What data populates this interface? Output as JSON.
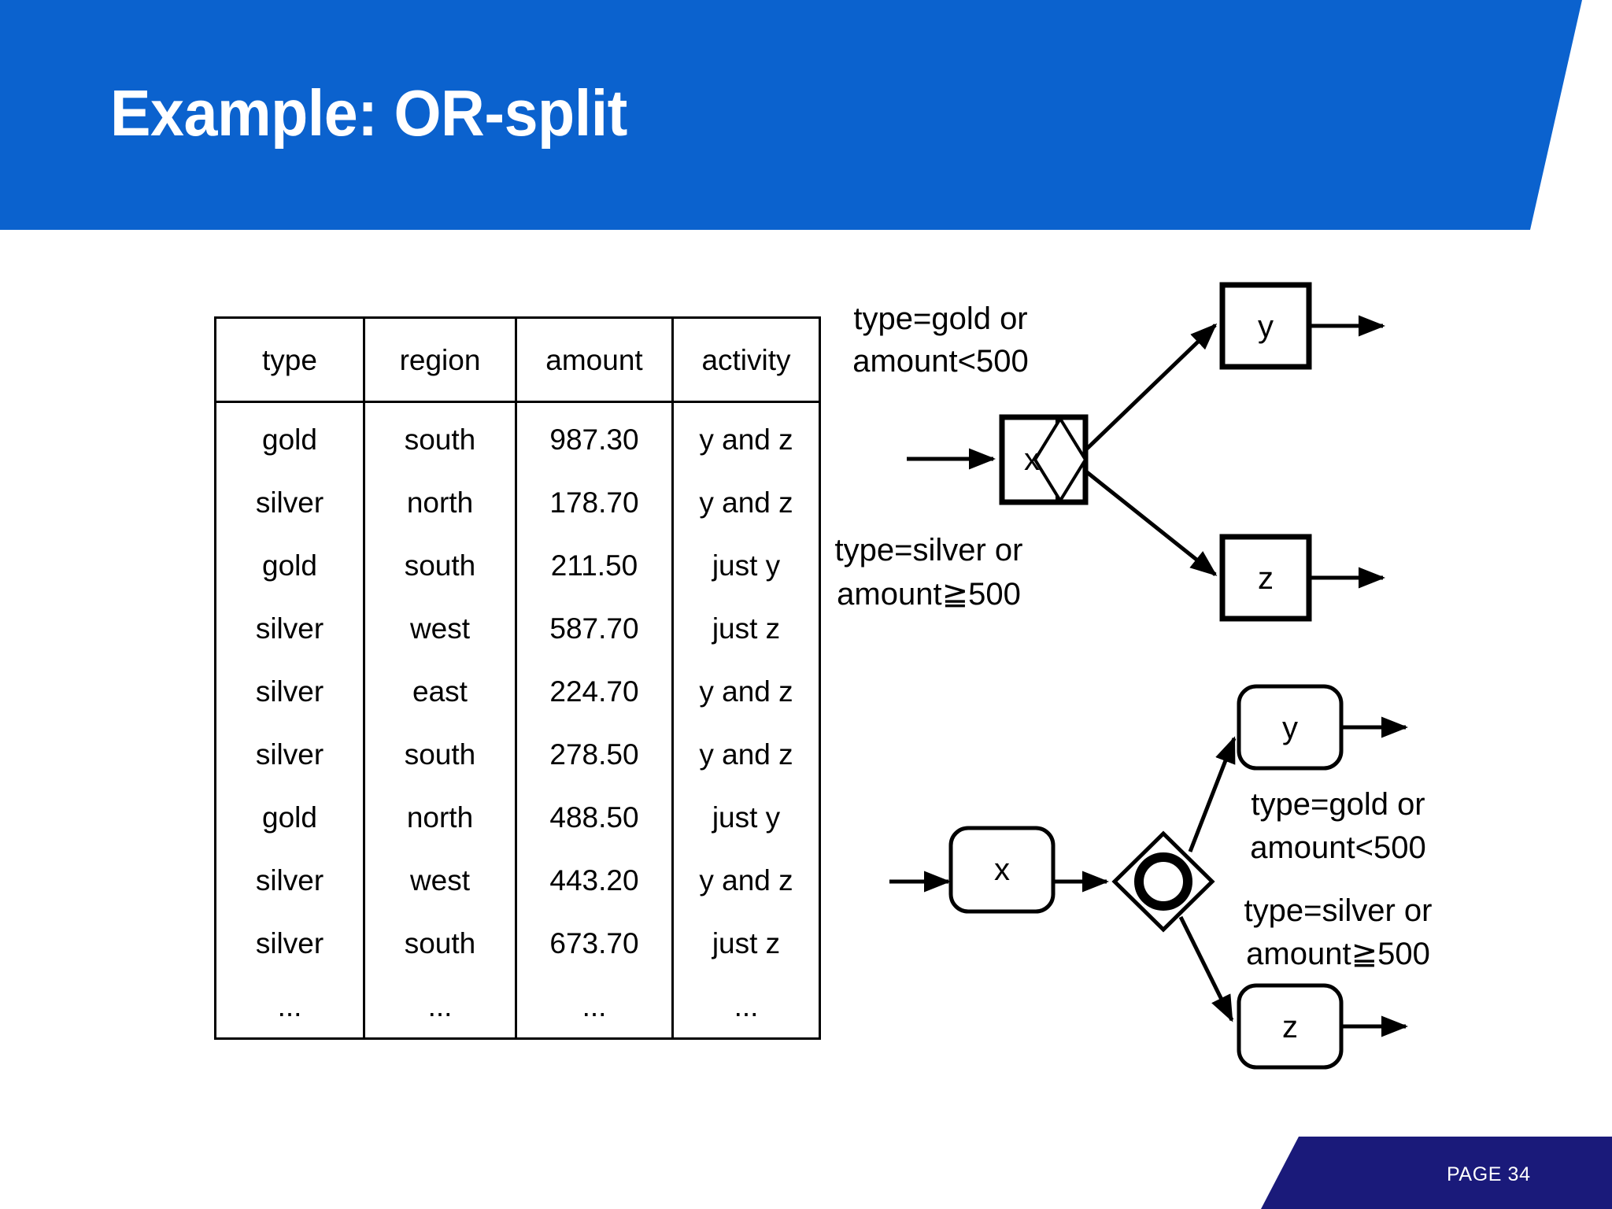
{
  "slide": {
    "title": "Example: OR-split",
    "page_label": "PAGE 34",
    "banner_color": "#0B62CE",
    "footer_color": "#1A1A7A",
    "background_color": "#FFFFFF"
  },
  "table": {
    "headers": [
      "type",
      "region",
      "amount",
      "activity"
    ],
    "rows": [
      [
        "gold",
        "south",
        "987.30",
        "y and z"
      ],
      [
        "silver",
        "north",
        "178.70",
        "y and z"
      ],
      [
        "gold",
        "south",
        "211.50",
        "just y"
      ],
      [
        "silver",
        "west",
        "587.70",
        "just z"
      ],
      [
        "silver",
        "east",
        "224.70",
        "y and z"
      ],
      [
        "silver",
        "south",
        "278.50",
        "y and z"
      ],
      [
        "gold",
        "north",
        "488.50",
        "just y"
      ],
      [
        "silver",
        "west",
        "443.20",
        "y and z"
      ],
      [
        "silver",
        "south",
        "673.70",
        "just z"
      ],
      [
        "...",
        "...",
        "...",
        "..."
      ]
    ]
  },
  "diagram_top": {
    "name": "yawl-or-split",
    "source_node": "x",
    "branch_y_node": "y",
    "branch_z_node": "z",
    "condition_upper_line1": "type=gold or",
    "condition_upper_line2": "amount<500",
    "condition_lower_line1": "type=silver or",
    "condition_lower_line2": "amount≧500"
  },
  "diagram_bottom": {
    "name": "bpmn-inclusive-gateway",
    "source_node": "x",
    "branch_y_node": "y",
    "branch_z_node": "z",
    "gateway_symbol": "inclusive-or-circle",
    "condition_upper_line1": "type=gold or",
    "condition_upper_line2": "amount<500",
    "condition_lower_line1": "type=silver or",
    "condition_lower_line2": "amount≧500"
  }
}
